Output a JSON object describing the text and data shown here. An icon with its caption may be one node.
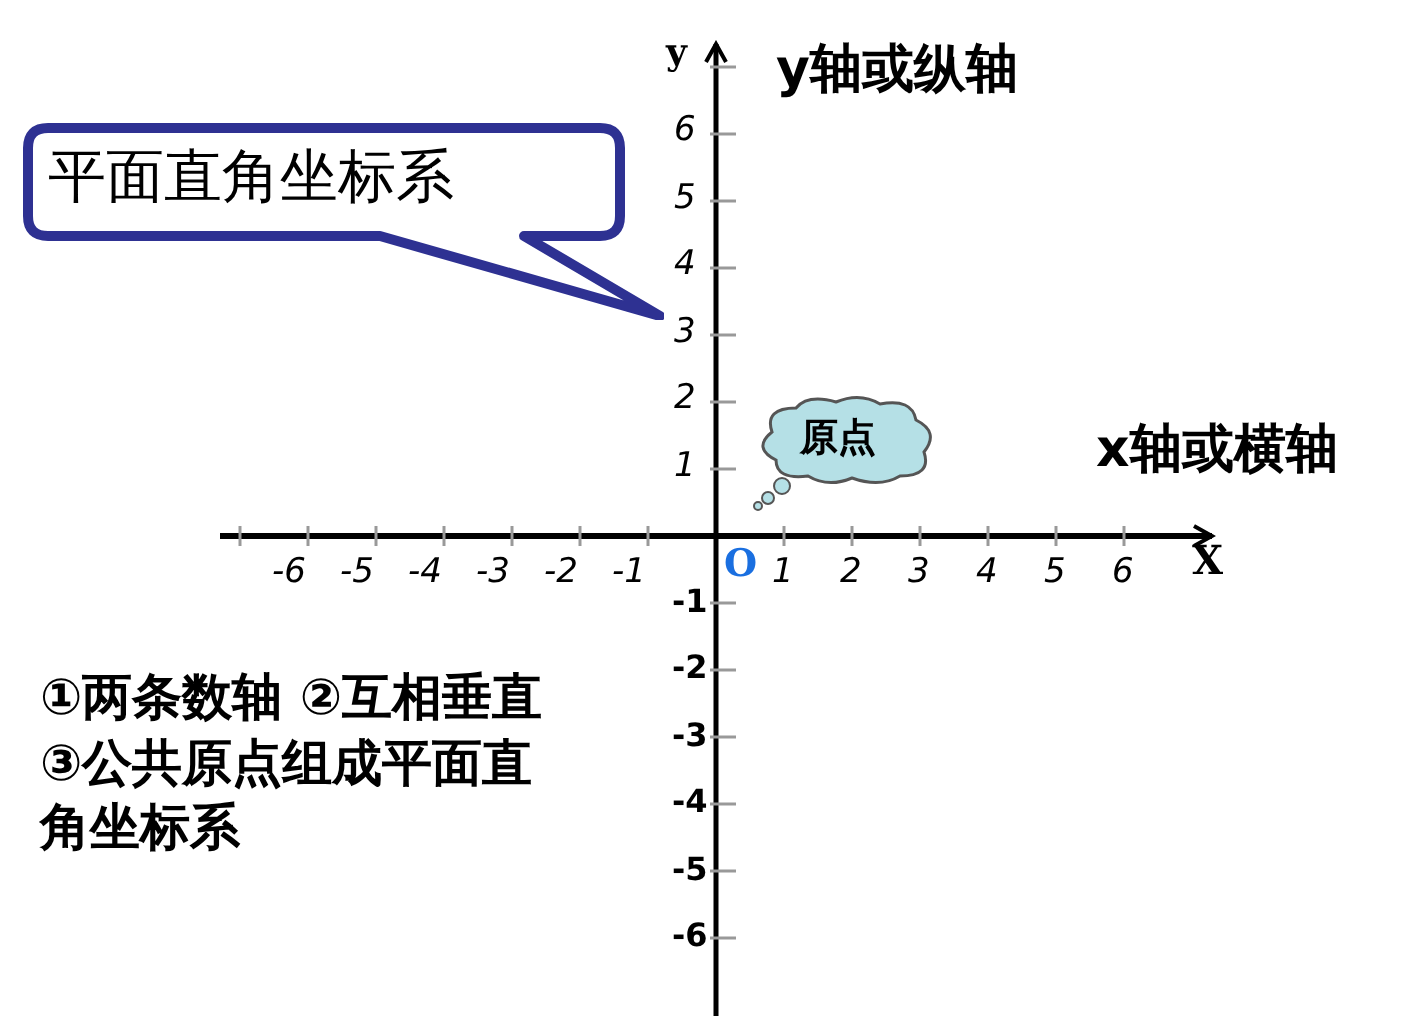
{
  "diagram": {
    "nodes": [
      {
        "text": [
          "平面直角坐标系"
        ]
      },
      {
        "text": [
          "原点"
        ]
      }
    ],
    "labels": [
      "y",
      "y轴或纵轴",
      "6",
      "5",
      "4",
      "3",
      "2",
      "1",
      "x轴或横轴",
      "-6",
      "-5",
      "-4",
      "-3",
      "-2",
      "-1",
      "O",
      "1",
      "2",
      "3",
      "4",
      "5",
      "6",
      "X",
      "-1",
      "-2",
      "-3",
      "-4",
      "-5",
      "-6",
      "①两条数轴 ②互相垂直③公共原点组成平面直角坐标系"
    ]
  }
}
